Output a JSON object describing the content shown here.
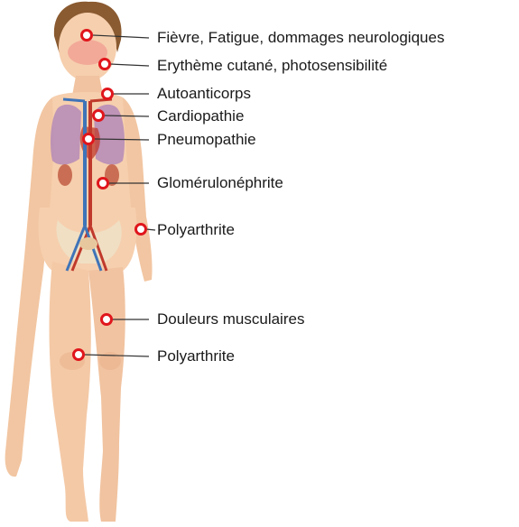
{
  "figure": {
    "labels": [
      "Fièvre, Fatigue, dommages neurologiques",
      "Erythème cutané, photosensibilité",
      "Autoanticorps",
      "Cardiopathie",
      "Pneumopathie",
      "Glomérulonéphrite",
      "Polyarthrite",
      "Douleurs musculaires",
      "Polyarthrite"
    ],
    "colors": {
      "marker": "#e0161c",
      "skin": "#f6cfae",
      "skin_shadow": "#e9b08a",
      "hair": "#8a5a30",
      "lung": "#b48ab8",
      "kidney": "#c96e54",
      "vessel_red": "#c0392b",
      "vessel_blue": "#3f74b8",
      "leader_line": "#333333"
    }
  }
}
